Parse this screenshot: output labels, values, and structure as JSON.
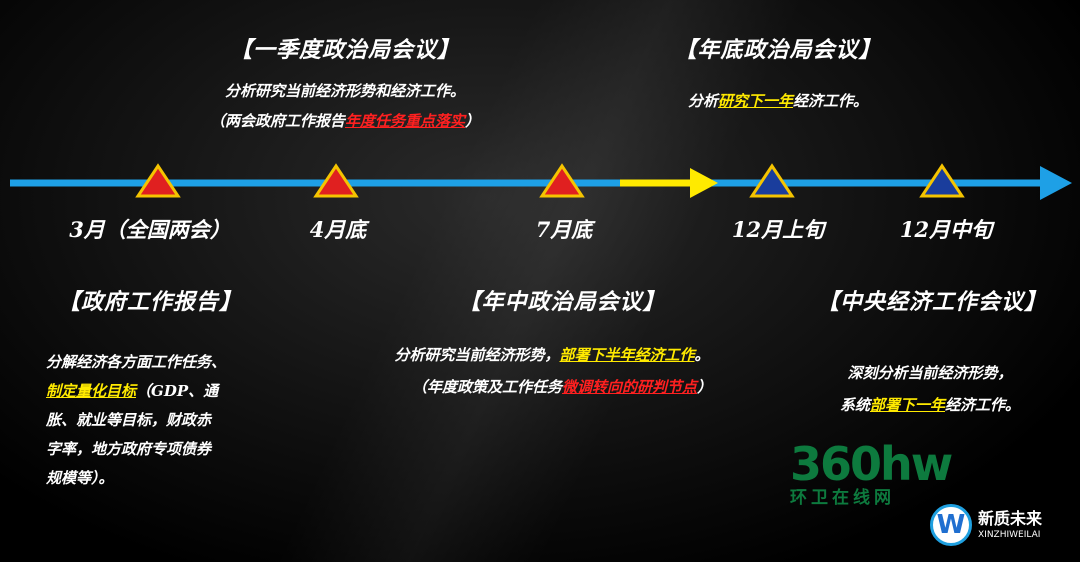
{
  "colors": {
    "line": "#1ea0e6",
    "arrow": "#ffea00",
    "red_marker": "#e02020",
    "blue_marker": "#1a3d9c",
    "highlight_yellow": "#ffea00",
    "highlight_red": "#ff2020"
  },
  "top_events": [
    {
      "title": "【一季度政治局会议】",
      "line1": "分析研究当前经济形势和经济工作。",
      "line2_a": "（两会政府工作报告",
      "line2_hl": "年度任务重点落实",
      "line2_b": "）"
    },
    {
      "title": "【年底政治局会议】",
      "line1_a": "分析",
      "line1_hl": "研究下一年",
      "line1_b": "经济工作。"
    }
  ],
  "timeline_labels": [
    "3月（全国两会）",
    "4月底",
    "7月底",
    "12月上旬",
    "12月中旬"
  ],
  "bottom_events": [
    {
      "title": "【政府工作报告】",
      "l1": "分解经济各方面工作任务、",
      "l2_hl": "制定量化目标",
      "l2_b": "（GDP、通",
      "l3": "胀、就业等目标，财政赤",
      "l4": "字率，地方政府专项债券",
      "l5": "规模等）。"
    },
    {
      "title": "【年中政治局会议】",
      "l1_a": "分析研究当前经济形势，",
      "l1_hl": "部署下半年经济工作",
      "l1_b": "。",
      "l2_a": "（年度政策及工作任务",
      "l2_hl": "微调转向的研判节点",
      "l2_b": "）"
    },
    {
      "title": "【中央经济工作会议】",
      "l1": "深刻分析当前经济形势，",
      "l2_a": "系统",
      "l2_hl": "部署下一年",
      "l2_b": "经济工作。"
    }
  ],
  "watermark": {
    "brand": "360hw",
    "sub": "环卫在线网",
    "logo2_cn": "新质未来",
    "logo2_en": "XINZHIWEILAI",
    "logo2_mark": "W"
  }
}
